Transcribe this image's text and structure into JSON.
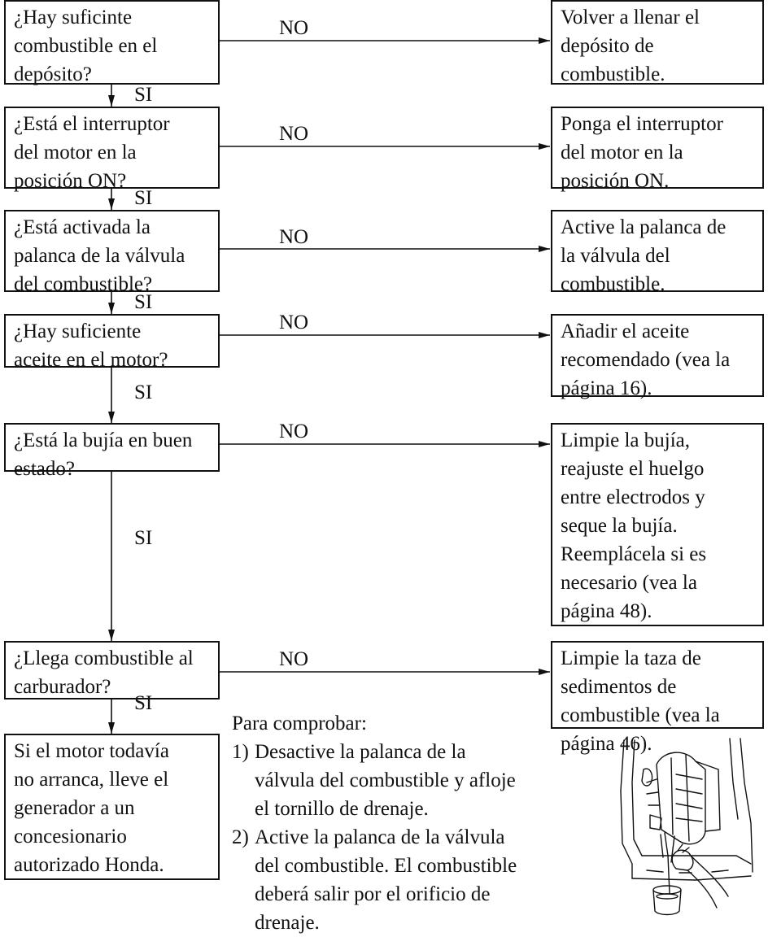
{
  "labels": {
    "no": "NO",
    "yes": "SI"
  },
  "checks": [
    {
      "question": [
        "¿Hay suficinte",
        "combustible en el",
        "depósito?"
      ],
      "action": [
        "Volver a llenar el",
        "depósito de",
        "combustible."
      ]
    },
    {
      "question": [
        "¿Está el interruptor",
        "del motor en la",
        "posición ON?"
      ],
      "action": [
        "Ponga el interruptor",
        "del motor en la",
        "posición ON."
      ]
    },
    {
      "question": [
        "¿Está activada la",
        "palanca de la válvula",
        "del combustible?"
      ],
      "action": [
        "Active la palanca de",
        "la válvula del",
        "combustible."
      ]
    },
    {
      "question": [
        "¿Hay suficiente",
        "aceite en el motor?"
      ],
      "action": [
        "Añadir el aceite",
        "recomendado (vea la",
        "página 16)."
      ]
    },
    {
      "question": [
        "¿Está la bujía en buen",
        "estado?"
      ],
      "action": [
        "Limpie la bujía,",
        "reajuste el huelgo",
        "entre electrodos y",
        "seque la bujía.",
        "Reemplácela si es",
        "necesario (vea la",
        "página 48)."
      ]
    },
    {
      "question": [
        "¿Llega combustible al",
        "carburador?"
      ],
      "action": [
        "Limpie la taza de",
        "sedimentos de",
        "combustible (vea la",
        "página 46)."
      ]
    }
  ],
  "final": [
    "Si el motor todavía",
    "no arranca, lleve el",
    "generador a un",
    "concesionario",
    "autorizado Honda."
  ],
  "note": {
    "title": "Para comprobar:",
    "steps": [
      {
        "num": "1)",
        "lines": [
          "Desactive la palanca de la",
          "válvula del combustible y afloje",
          "el tornillo de drenaje."
        ]
      },
      {
        "num": "2)",
        "lines": [
          "Active la palanca de la válvula",
          "del combustible. El combustible",
          "deberá salir por el orificio de",
          "drenaje."
        ]
      }
    ]
  },
  "illustration": "fuel-drain-illustration"
}
